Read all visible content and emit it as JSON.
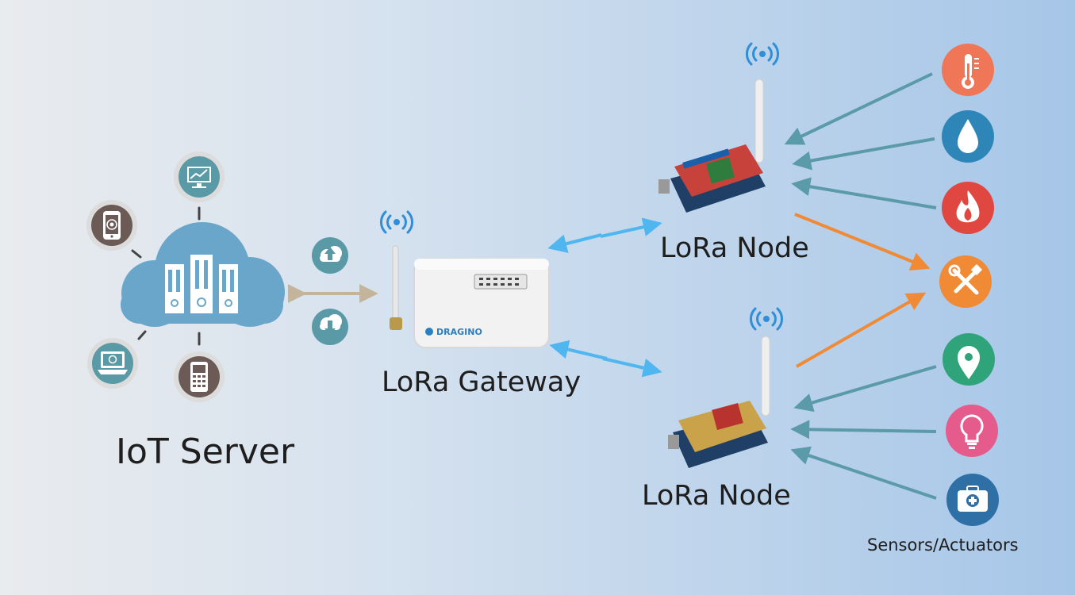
{
  "labels": {
    "iot_server": "IoT Server",
    "lora_gateway": "LoRa Gateway",
    "lora_node_1": "LoRa Node",
    "lora_node_2": "LoRa Node",
    "sensors_actuators": "Sensors/Actuators",
    "gateway_brand": "DRAGINO"
  },
  "icons": {
    "server_devices": [
      "monitor-chart-icon",
      "smartphone-icon",
      "laptop-icon",
      "feature-phone-icon"
    ],
    "cloud_links": [
      "cloud-upload-icon",
      "cloud-download-icon"
    ],
    "sensors": [
      "thermometer-icon",
      "water-drop-icon",
      "fire-icon",
      "tools-icon",
      "location-pin-icon",
      "light-bulb-icon",
      "first-aid-kit-icon"
    ]
  },
  "colors": {
    "cloud": "#6aa6c9",
    "device_circle_teal": "#5a9aa6",
    "device_circle_brown": "#6b5a55",
    "radio_link": "#4fb6ef",
    "server_link": "#c4b59a",
    "sensor_arrow": "#5b9aa8",
    "actuator_arrow": "#f08a35",
    "thermometer": "#ef7757",
    "water": "#2e86b8",
    "fire": "#e04740",
    "tools": "#f08a35",
    "location": "#2fa37a",
    "bulb": "#e45b8c",
    "first_aid": "#2e70a6"
  }
}
